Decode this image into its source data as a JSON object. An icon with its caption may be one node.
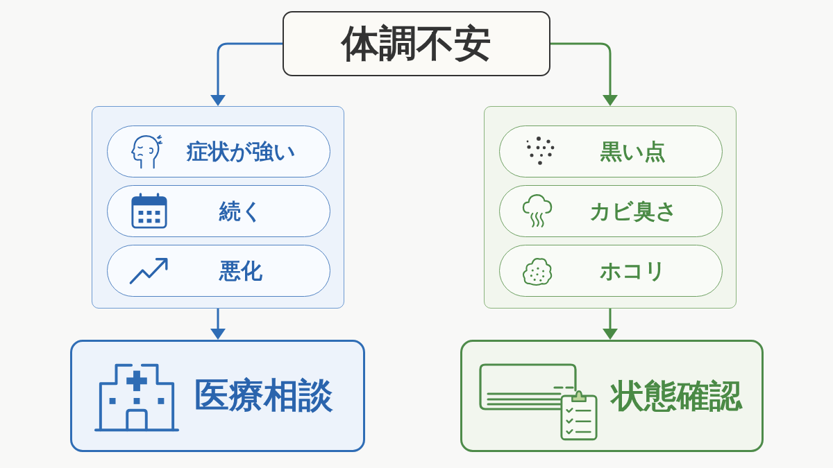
{
  "diagram": {
    "nodes": [
      {
        "text": [
          "体調不安"
        ]
      },
      {
        "text": [],
        "shape": "box"
      },
      {
        "text": [
          "症状が強い"
        ],
        "in": 1
      },
      {
        "text": [
          "続く"
        ],
        "in": 1
      },
      {
        "text": [
          "悪化"
        ],
        "in": 1
      },
      {
        "text": [],
        "shape": "box"
      },
      {
        "text": [
          "黒い点"
        ],
        "in": 5
      },
      {
        "text": [
          "カビ臭さ"
        ],
        "in": 5
      },
      {
        "text": [
          "ホコリ"
        ],
        "in": 5
      },
      {
        "text": [
          "医療相談"
        ]
      },
      {
        "text": [
          "状態確認"
        ]
      }
    ],
    "edges": [
      {
        "from": 0,
        "to": 1,
        "arrow": "to",
        "color": "#2f6db5"
      },
      {
        "from": 0,
        "to": 5,
        "arrow": "to",
        "color": "#4a8a45"
      },
      {
        "from": 1,
        "to": 9,
        "arrow": "to",
        "color": "#2f6db5"
      },
      {
        "from": 5,
        "to": 10,
        "arrow": "to",
        "color": "#4a8a45"
      }
    ]
  }
}
